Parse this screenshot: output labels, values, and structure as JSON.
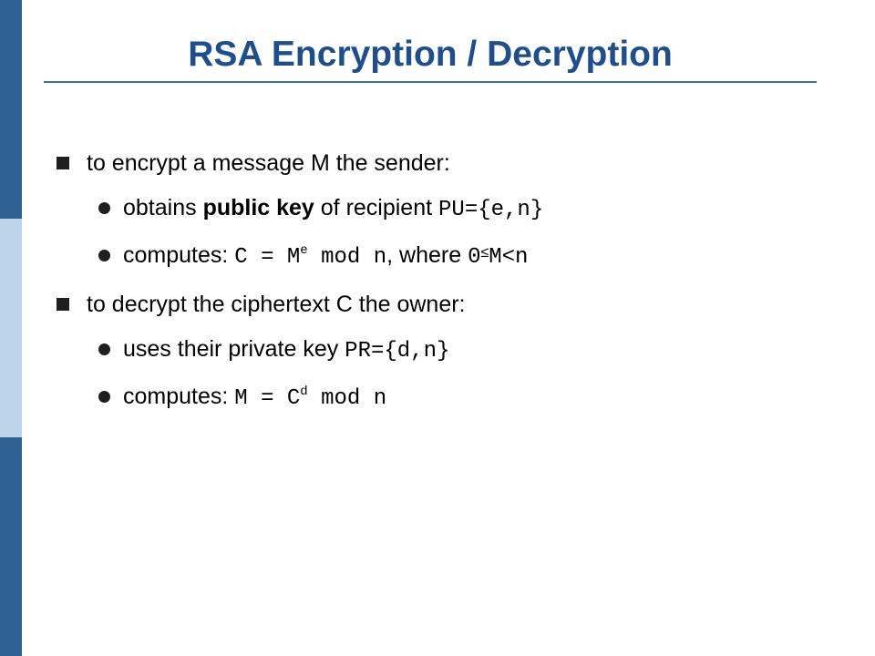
{
  "colors": {
    "title": "#1f4e8c",
    "rule": "#3a6ea5",
    "sidebar_dark": "#2e6294",
    "sidebar_light": "#bcd3ea",
    "bullet": "#1f1f1f"
  },
  "slide": {
    "title": "RSA Encryption / Decryption",
    "bullets": [
      {
        "text": "to encrypt a message M the sender:",
        "sub": [
          {
            "pre": "obtains ",
            "bold": "public key",
            "mid": " of recipient ",
            "code": "PU={e,n}"
          },
          {
            "pre": "computes: ",
            "code1": "C = M",
            "sup": "e",
            "code2": " mod n",
            "mid": ", where ",
            "code3": "0",
            "symbol": "≤",
            "code4": "M<n"
          }
        ]
      },
      {
        "text": "to decrypt the ciphertext C the owner:",
        "sub": [
          {
            "pre": "uses their private key ",
            "code": "PR={d,n}"
          },
          {
            "pre": "computes: ",
            "code1": "M = C",
            "sup": "d",
            "code2": " mod n"
          }
        ]
      }
    ]
  }
}
